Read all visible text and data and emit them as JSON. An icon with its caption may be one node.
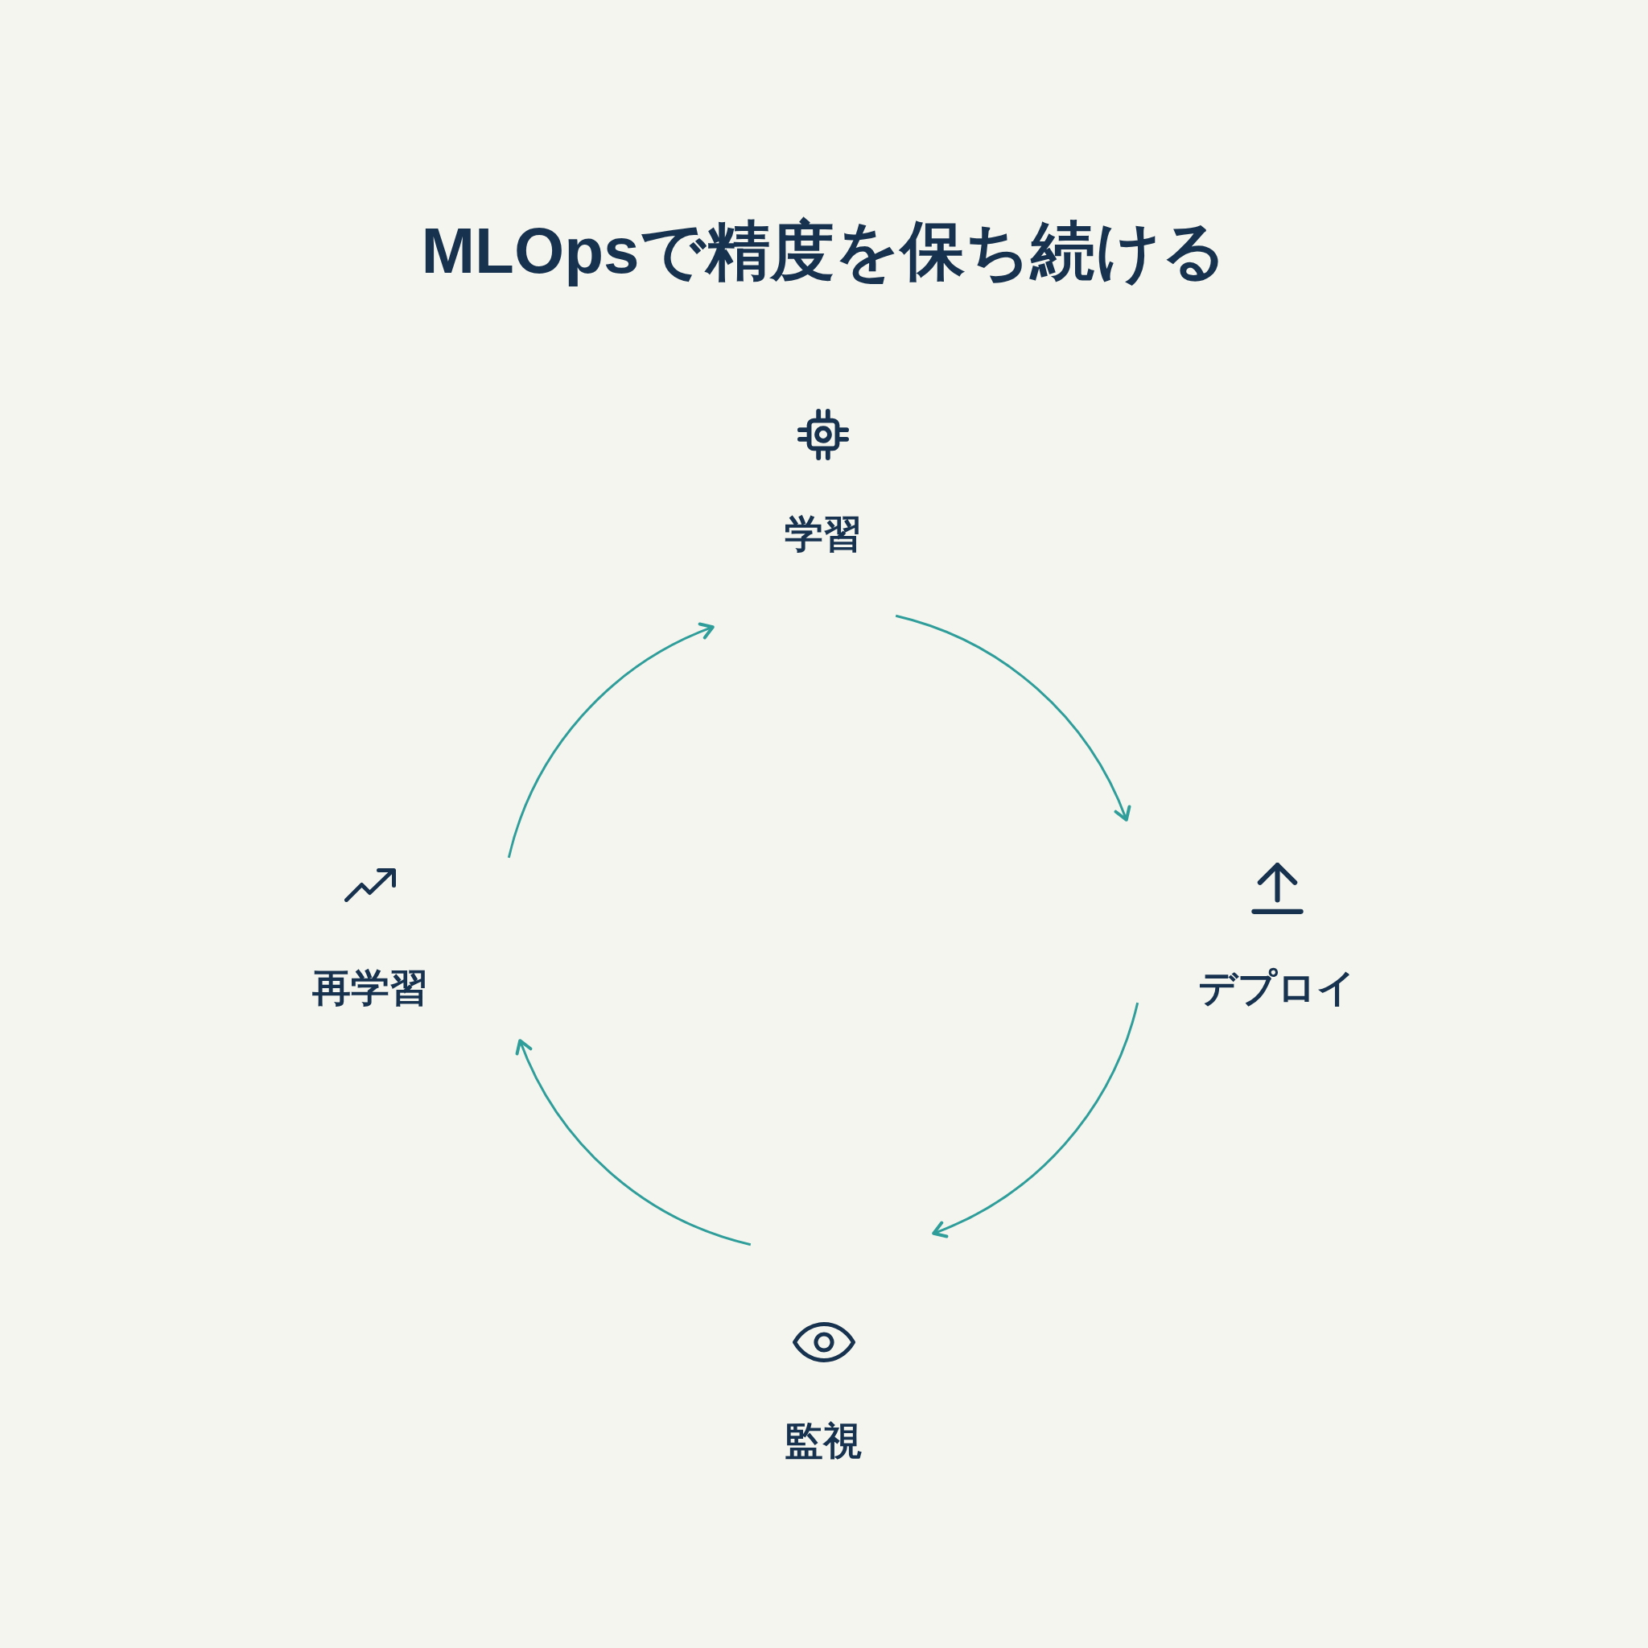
{
  "diagram": {
    "title": "MLOpsで精度を保ち続ける",
    "nodes": [
      {
        "text": [
          "学習"
        ]
      },
      {
        "text": [
          "デプロイ"
        ]
      },
      {
        "text": [
          "監視"
        ]
      },
      {
        "text": [
          "再学習"
        ]
      }
    ],
    "edges": [
      {
        "from": 0,
        "to": 1,
        "arrow": "to"
      },
      {
        "from": 1,
        "to": 2,
        "arrow": "to"
      },
      {
        "from": 2,
        "to": 3,
        "arrow": "to"
      },
      {
        "from": 3,
        "to": 0,
        "arrow": "to"
      }
    ]
  }
}
